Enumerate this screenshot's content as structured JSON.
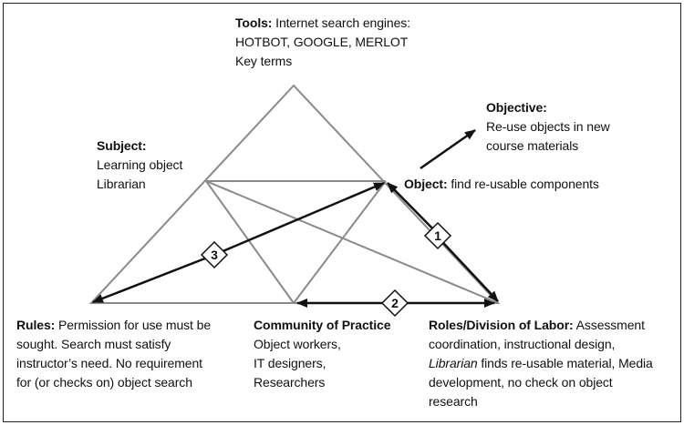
{
  "tools": {
    "heading": "Tools:",
    "line1": "Internet search engines:",
    "line2": "HOTBOT, GOOGLE, MERLOT",
    "line3": "Key terms"
  },
  "objective": {
    "heading": "Objective:",
    "line1": "Re-use objects in new",
    "line2": "course materials"
  },
  "subject": {
    "heading": "Subject:",
    "line1": "Learning object",
    "line2": "Librarian"
  },
  "object": {
    "heading": "Object:",
    "text": "find re-usable components"
  },
  "rules": {
    "heading": "Rules:",
    "line1": "Permission for use must be",
    "line2": "sought. Search must satisfy",
    "line3": "instructor’s need. No requirement",
    "line4": "for (or checks on) object search"
  },
  "community": {
    "heading": "Community of Practice",
    "line1": "Object workers,",
    "line2": "IT designers,",
    "line3": "Researchers"
  },
  "roles": {
    "heading": "Roles/Division of Labor:",
    "line1_rest": "Assessment",
    "line2": "coordination, instructional design,",
    "line3_italic": "Librarian",
    "line3_rest": "finds re-usable material, Media",
    "line4": "development, no check on object",
    "line5": "research"
  },
  "markers": [
    "1",
    "2",
    "3"
  ],
  "colors": {
    "triangle": "#8a8a8a",
    "arrow": "#111111"
  }
}
